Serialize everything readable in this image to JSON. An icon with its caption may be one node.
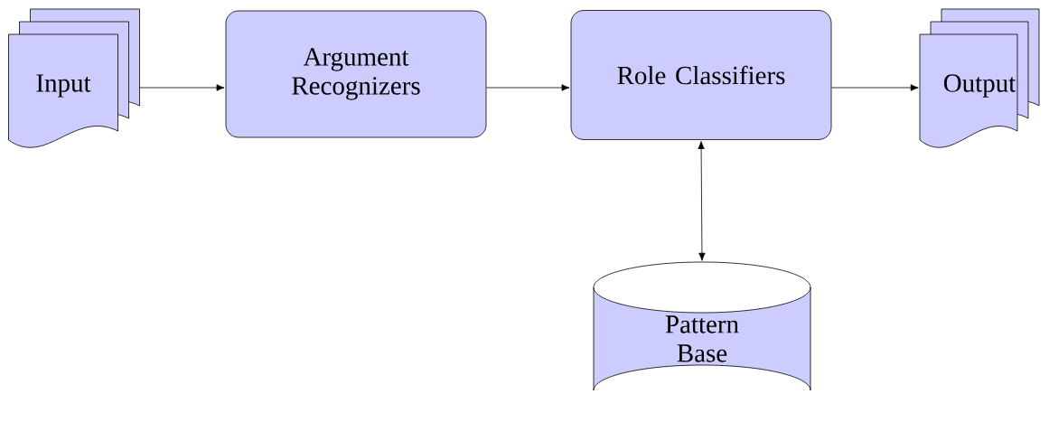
{
  "diagram": {
    "nodes": [
      {
        "text": [
          "Input"
        ]
      },
      {
        "text": [
          "Argument Recognizers"
        ]
      },
      {
        "text": [
          "Role Classifiers"
        ]
      },
      {
        "text": [
          "Output"
        ]
      },
      {
        "text": [
          "Pattern Base"
        ]
      }
    ],
    "edges": [
      {
        "from": 0,
        "to": 1,
        "arrow": "to"
      },
      {
        "from": 1,
        "to": 2,
        "arrow": "to"
      },
      {
        "from": 2,
        "to": 3,
        "arrow": "to"
      },
      {
        "from": 2,
        "to": 4,
        "arrow": "both"
      }
    ]
  }
}
